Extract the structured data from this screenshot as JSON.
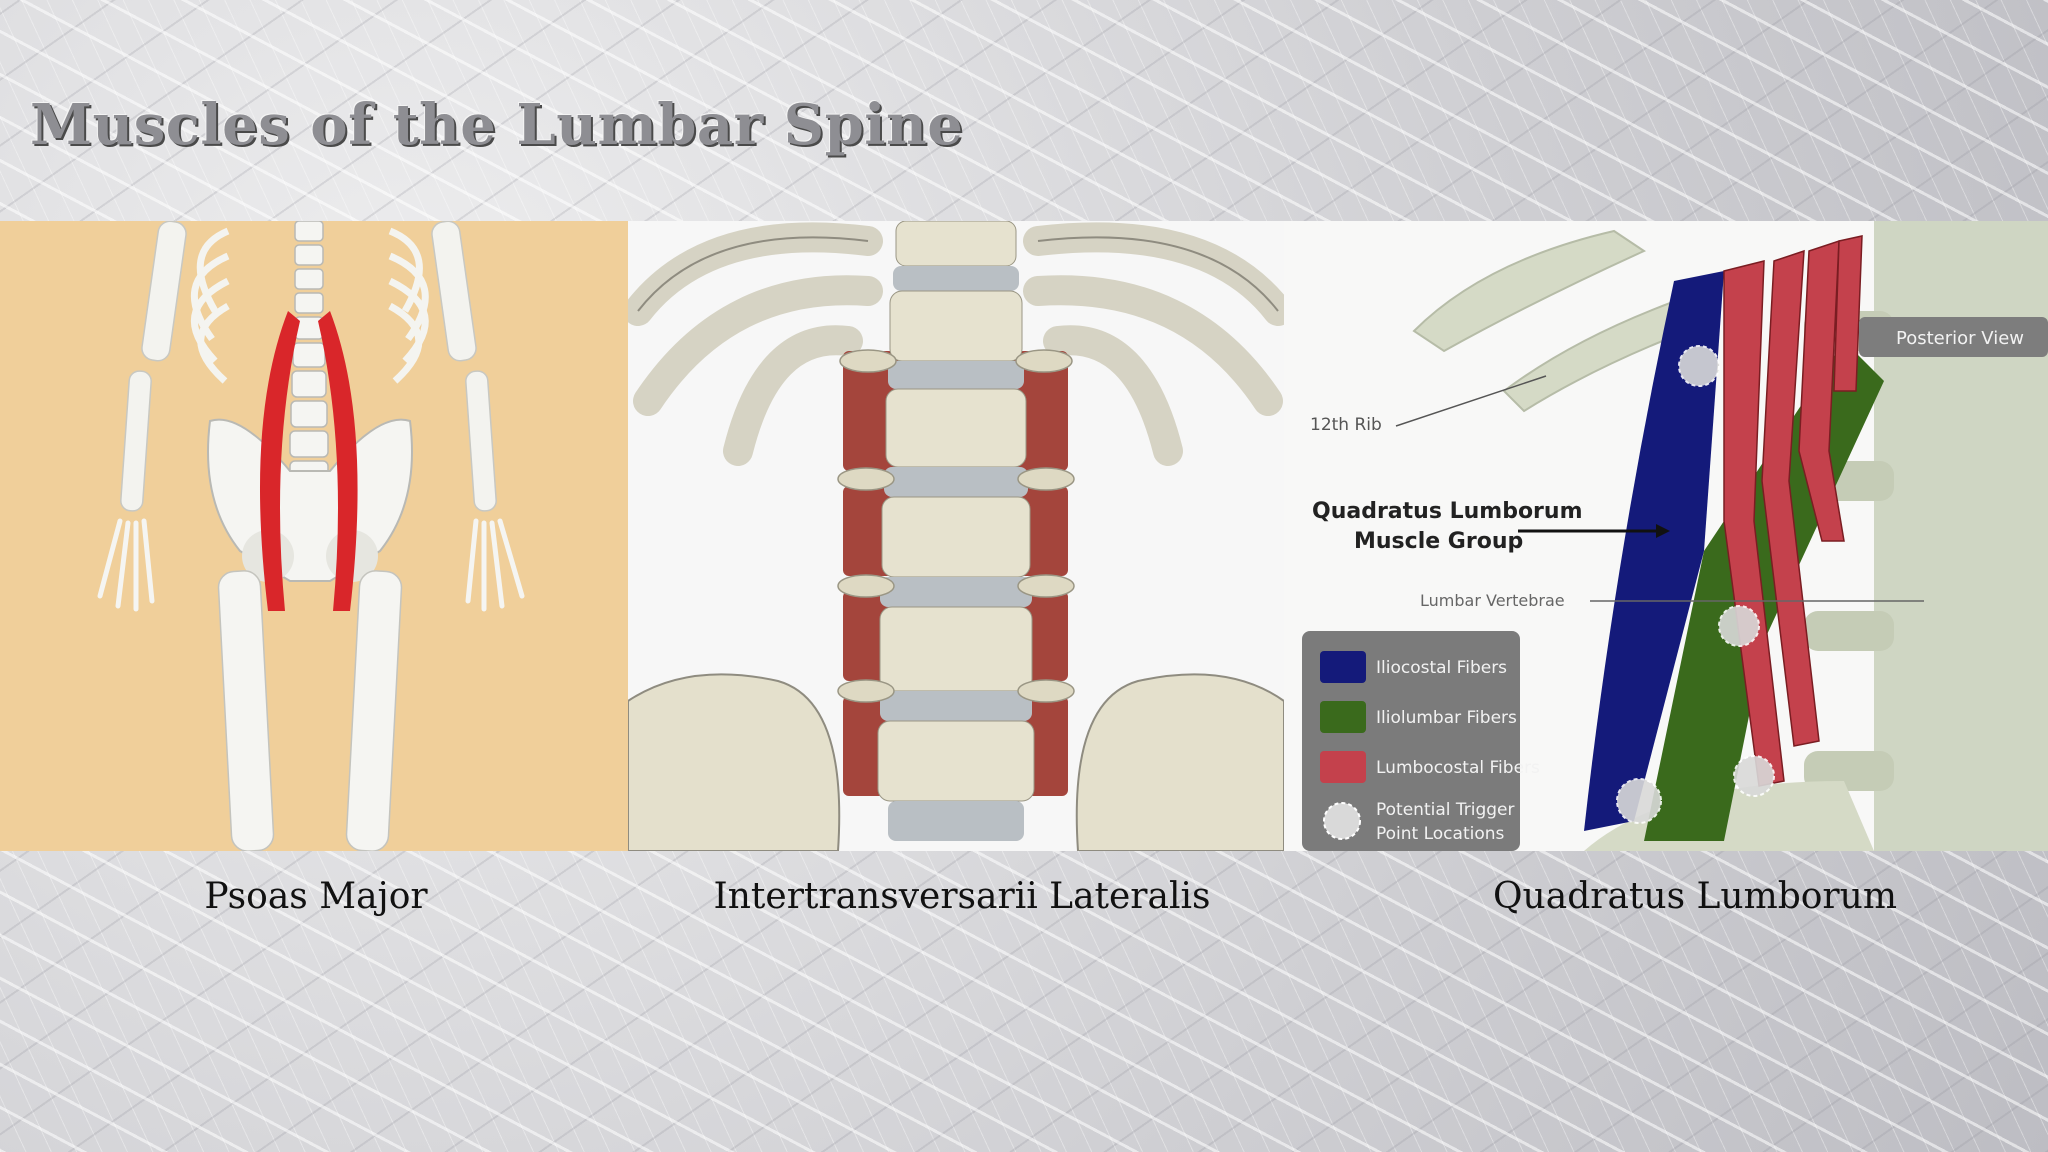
{
  "slide": {
    "title": "Muscles of the Lumbar Spine"
  },
  "panels": [
    {
      "caption": "Psoas Major"
    },
    {
      "caption": "Intertransversarii Lateralis"
    },
    {
      "caption": "Quadratus Lumborum",
      "labels": {
        "view": "Posterior View",
        "rib": "12th Rib",
        "group_line1": "Quadratus Lumborum",
        "group_line2": "Muscle Group",
        "vertebrae": "Lumbar Vertebrae"
      },
      "legend": [
        {
          "label": "Iliocostal Fibers",
          "color": "#141a7a"
        },
        {
          "label": "Iliolumbar Fibers",
          "color": "#3a6a1c"
        },
        {
          "label": "Lumbocostal Fibers",
          "color": "#c4414c"
        },
        {
          "label": "Potential Trigger",
          "label2": "Point Locations",
          "color": "#d9d9d9"
        }
      ]
    }
  ],
  "colors": {
    "panel1_bg": "#f0cf9a",
    "muscle_red": "#d9262a",
    "bone": "#eeeeea"
  }
}
